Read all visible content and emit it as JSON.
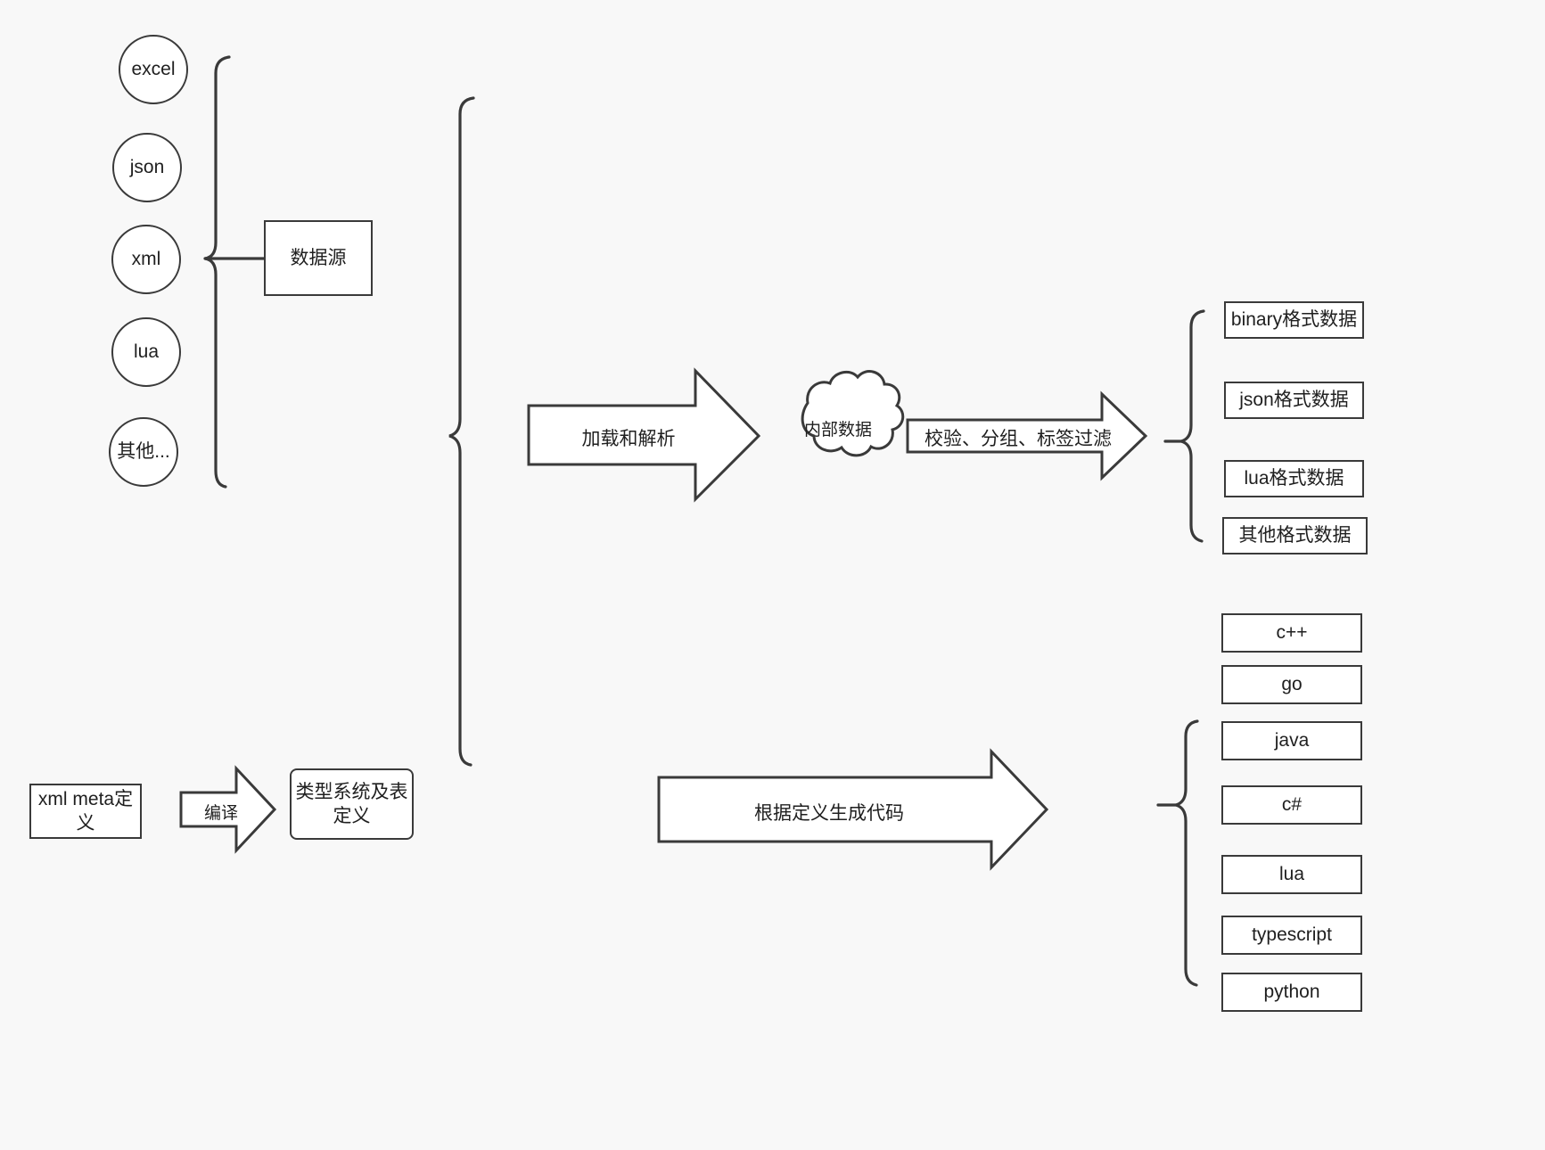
{
  "diagram": {
    "background_color": "#f8f8f8",
    "stroke_color": "#3a3a3a",
    "fill_color": "#ffffff",
    "text_color": "#1f1f1f",
    "sources": [
      {
        "label": "excel"
      },
      {
        "label": "json"
      },
      {
        "label": "xml"
      },
      {
        "label": "lua"
      },
      {
        "label": "其他..."
      }
    ],
    "source_group_label": "数据源",
    "meta_definition_label": "xml meta定义",
    "compile_arrow_label": "编译",
    "type_system_label": "类型系统及表定义",
    "load_parse_arrow_label": "加载和解析",
    "internal_data_label": "内部数据",
    "filter_arrow_label": "校验、分组、标签过滤",
    "generate_code_arrow_label": "根据定义生成代码",
    "output_formats": [
      {
        "label": "binary格式数据"
      },
      {
        "label": "json格式数据"
      },
      {
        "label": "lua格式数据"
      },
      {
        "label": "其他格式数据"
      }
    ],
    "output_languages": [
      {
        "label": "c++"
      },
      {
        "label": "go"
      },
      {
        "label": "java"
      },
      {
        "label": "c#"
      },
      {
        "label": "lua"
      },
      {
        "label": "typescript"
      },
      {
        "label": "python"
      }
    ]
  }
}
